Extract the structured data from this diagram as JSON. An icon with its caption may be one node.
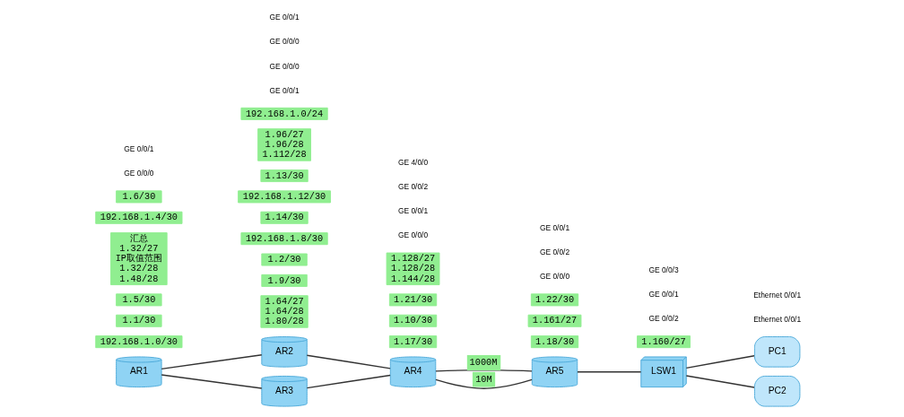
{
  "diagram": {
    "nodes": [
      {
        "text": [
          "AR1"
        ]
      },
      {
        "text": [
          "AR2"
        ]
      },
      {
        "text": [
          "AR3"
        ]
      },
      {
        "text": [
          "AR4"
        ]
      },
      {
        "text": [
          "AR5"
        ]
      },
      {
        "text": [
          "LSW1"
        ]
      },
      {
        "text": [
          "PC1"
        ]
      },
      {
        "text": [
          "PC2"
        ]
      },
      {
        "text": [
          "1.64/27",
          "1.64/28",
          "1.80/28"
        ]
      },
      {
        "text": [
          "1.9/30"
        ]
      },
      {
        "text": [
          "1.2/30"
        ]
      },
      {
        "text": [
          "192.168.1.0/30"
        ]
      },
      {
        "text": [
          "192.168.1.8/30"
        ]
      },
      {
        "text": [
          "1.17/30"
        ]
      },
      {
        "text": [
          "1.18/30"
        ]
      },
      {
        "text": [
          "1.10/30"
        ]
      },
      {
        "text": [
          "1.1/30"
        ]
      },
      {
        "text": [
          "1.161/27"
        ]
      },
      {
        "text": [
          "1.5/30"
        ]
      },
      {
        "text": [
          "1.14/30"
        ]
      },
      {
        "text": [
          "1.21/30"
        ]
      },
      {
        "text": [
          "1.22/30"
        ]
      },
      {
        "text": [
          "汇总",
          "1.32/27",
          "IP取值范围",
          "1.32/28",
          "1.48/28"
        ]
      },
      {
        "text": [
          "192.168.1.4/30"
        ]
      },
      {
        "text": [
          "192.168.1.12/30"
        ]
      },
      {
        "text": [
          "1.160/27"
        ]
      },
      {
        "text": [
          "1.128/27",
          "1.128/28",
          "1.144/28"
        ]
      },
      {
        "text": [
          "1.13/30"
        ]
      },
      {
        "text": [
          "1.6/30"
        ]
      },
      {
        "text": [
          "1.96/27",
          "1.96/28",
          "1.112/28"
        ]
      },
      {
        "text": [
          "192.168.1.0/24"
        ]
      }
    ],
    "edges": [
      {
        "from": 0,
        "to": 1,
        "arrow": "none"
      },
      {
        "from": 0,
        "to": 2,
        "arrow": "none"
      },
      {
        "from": 1,
        "to": 3,
        "arrow": "none"
      },
      {
        "from": 2,
        "to": 3,
        "arrow": "none"
      },
      {
        "from": 3,
        "to": 4,
        "arrow": "none",
        "label": "1000M"
      },
      {
        "from": 3,
        "to": 4,
        "arrow": "none",
        "label": "10M"
      },
      {
        "from": 4,
        "to": 5,
        "arrow": "none"
      },
      {
        "from": 5,
        "to": 6,
        "arrow": "none"
      },
      {
        "from": 5,
        "to": 7,
        "arrow": "none"
      }
    ],
    "labels": [
      "GE 0/0/1",
      "Ethernet 0/0/1",
      "GE 0/0/0",
      "GE 0/0/0",
      "GE 0/0/2",
      "GE 0/0/0",
      "GE 0/0/1",
      "GE 0/0/0",
      "GE 0/0/2",
      "GE 4/0/0",
      "GE 0/0/2",
      "GE 0/0/1",
      "GE 0/0/1",
      "GE 0/0/1",
      "GE 0/0/3",
      "Ethernet 0/0/1",
      "GE 0/0/0",
      "GE 0/0/1"
    ]
  }
}
